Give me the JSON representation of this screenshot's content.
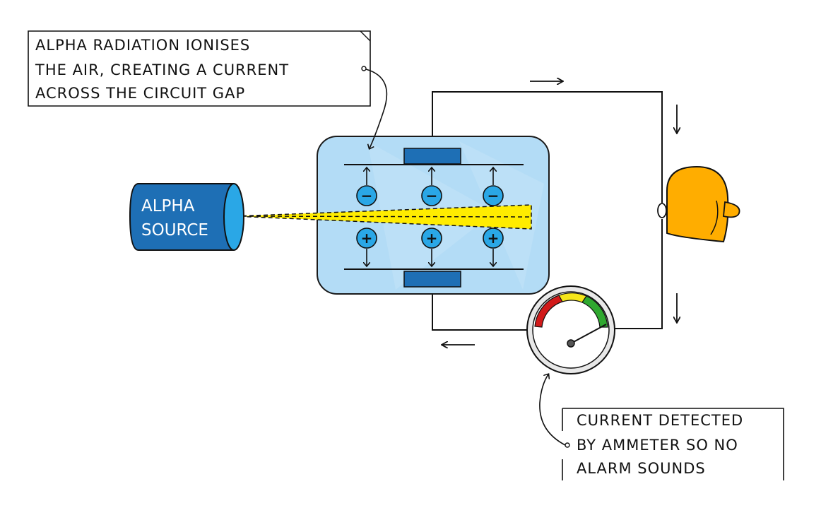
{
  "colors": {
    "chamber_fill": "#b3dcf6",
    "chamber_stroke": "#1a1a1a",
    "plate": "#1e6fb5",
    "source_body": "#1e6fb5",
    "source_face": "#2aa7e6",
    "beam": "#ffec00",
    "ion": "#2aa7e6",
    "bell": "#ffad00",
    "gauge_red": "#d11a1a",
    "gauge_yellow": "#f5e61a",
    "gauge_green": "#2fa82f"
  },
  "source": {
    "label_line1": "ALPHA",
    "label_line2": "SOURCE"
  },
  "ions": {
    "negative_sign": "−",
    "positive_sign": "+"
  },
  "callout_top": {
    "lines": [
      "ALPHA RADIATION IONISES",
      "THE AIR, CREATING A CURRENT",
      "ACROSS THE CIRCUIT GAP"
    ]
  },
  "callout_bottom": {
    "lines": [
      "CURRENT DETECTED",
      "BY AMMETER SO NO",
      "ALARM SOUNDS"
    ]
  },
  "icons": {
    "bell": "bell-icon",
    "ammeter": "ammeter-gauge-icon",
    "arrow": "current-direction-arrow-icon"
  }
}
